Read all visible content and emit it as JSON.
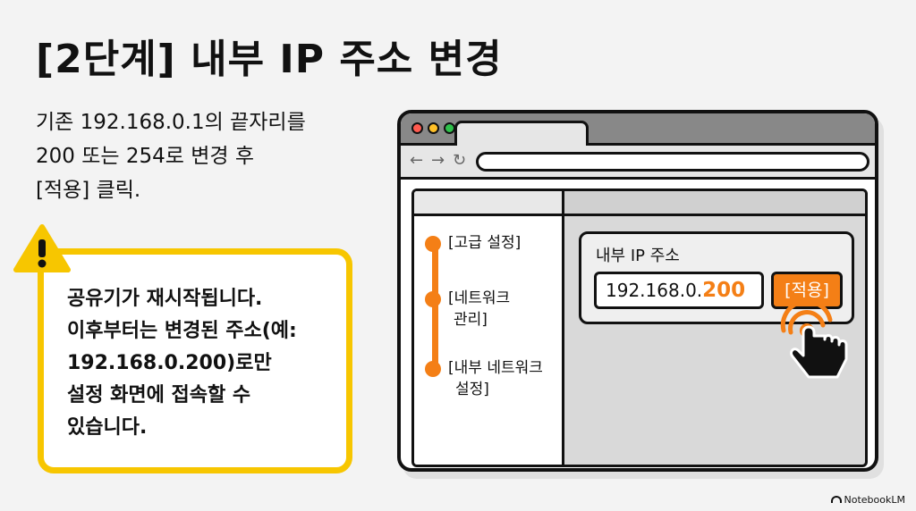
{
  "page": {
    "title": "[2단계] 내부 IP 주소 변경",
    "instruction_lines": [
      "기존 192.168.0.1의 끝자리를",
      "200 또는 254로 변경 후",
      "[적용] 클릭."
    ]
  },
  "warning": {
    "lines": [
      "공유기가 재시작됩니다.",
      "이후부터는 변경된 주소(예:",
      "192.168.0.200)로만",
      "설정 화면에 접속할 수",
      "있습니다."
    ],
    "accent_color": "#f7c600",
    "icon": "warning-triangle-icon"
  },
  "browser": {
    "nav_back": "←",
    "nav_forward": "→",
    "nav_reload": "↻",
    "sidebar_items": [
      {
        "lines": [
          "[고급 설정]"
        ]
      },
      {
        "lines": [
          "[네트워크",
          "관리]"
        ]
      },
      {
        "lines": [
          "[내부 네트워크",
          "설정]"
        ]
      }
    ],
    "panel": {
      "label": "내부 IP 주소",
      "ip_prefix": "192.168.0.",
      "ip_suffix": "200",
      "apply_label": "[적용]"
    },
    "accent_color": "#f47f16"
  },
  "brand": {
    "label": "NotebookLM"
  }
}
